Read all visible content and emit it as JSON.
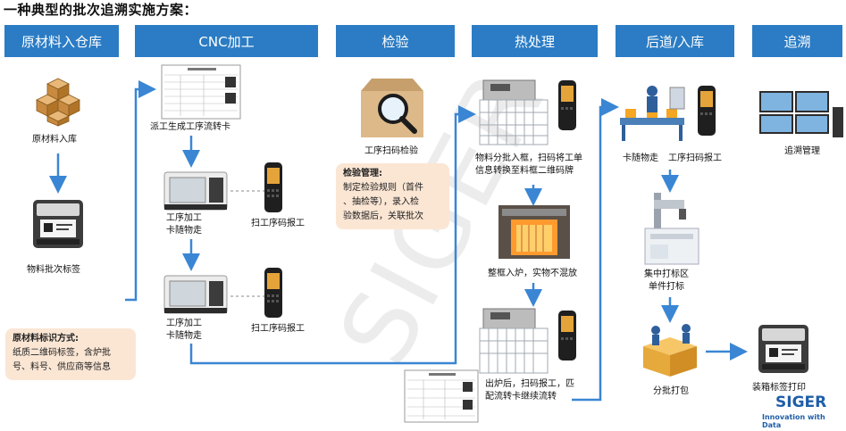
{
  "title": "一种典型的批次追溯实施方案：",
  "stages": [
    "原材料入仓库",
    "CNC加工",
    "检验",
    "热处理",
    "后道/入库",
    "追溯"
  ],
  "labels": {
    "raw_in": "原材料入库",
    "batch_label": "物料批次标签",
    "dispatch": "派工生成工序流转卡",
    "cnc1": "工序加工\n卡随物走",
    "scan1": "扫工序码报工",
    "cnc2": "工序加工\n卡随物走",
    "scan2": "扫工序码报工",
    "inspect_scan": "工序扫码检验",
    "heat1": "物料分批入框，扫码将工单\n信息转换至料框二维码牌",
    "heat2": "整框入炉，实物不混放",
    "heat3": "出炉后，扫码报工，匹\n配流转卡继续流转",
    "post1": "卡随物走",
    "post2": "工序扫码报工",
    "mark_area": "集中打标区\n单件打标",
    "pack": "分批打包",
    "label_print": "装箱标签打印",
    "trace_mgmt": "追溯管理"
  },
  "notes": {
    "raw": {
      "title": "原材料标识方式:",
      "body": "纸质二维码标签，含炉批\n号、料号、供应商等信息"
    },
    "inspect": {
      "title": "检验管理:",
      "body": "制定检验规则（首件\n、抽检等），录入检\n验数据后，关联批次"
    }
  },
  "brand": {
    "name": "SIGER",
    "tagline": "Innovation with Data"
  },
  "watermark": "SIGER",
  "colors": {
    "stage": "#2b7cc4",
    "arrow": "#3a86d4",
    "note": "#fbe6d4"
  }
}
